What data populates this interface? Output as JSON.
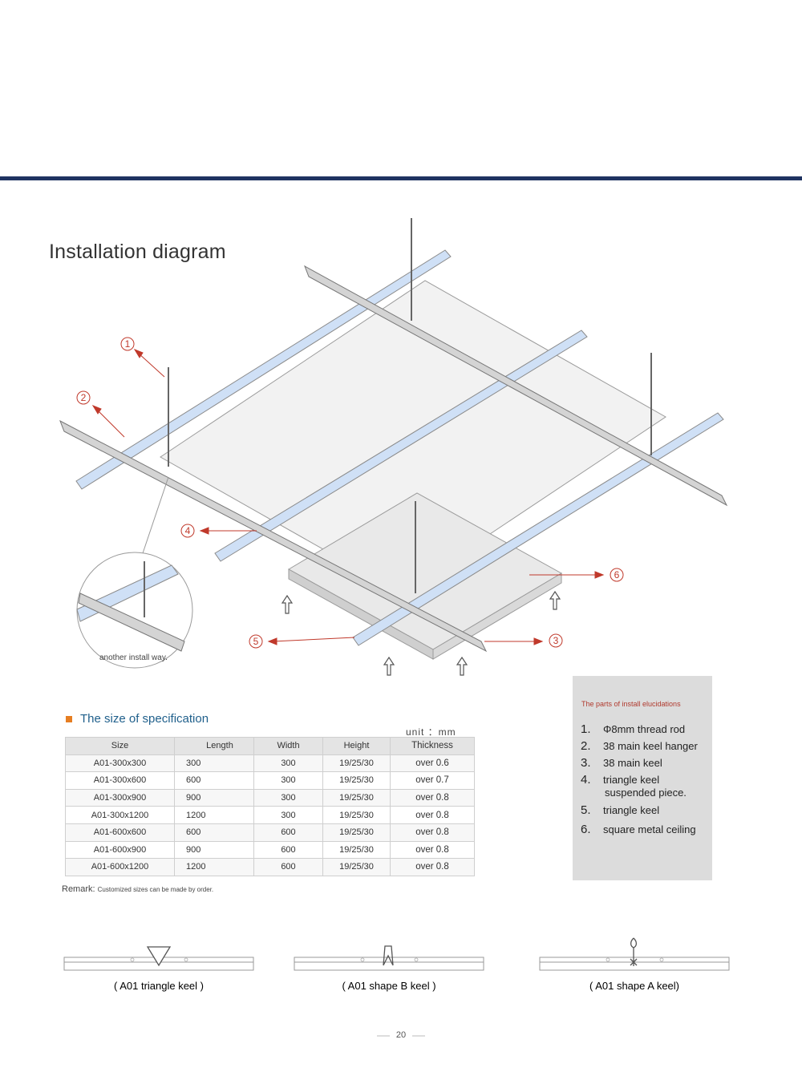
{
  "title": "Installation diagram",
  "callouts": [
    "1",
    "2",
    "3",
    "4",
    "5",
    "6"
  ],
  "inset_caption": "another install way.",
  "spec": {
    "heading": "The size of specification",
    "unit": "unit ：mm",
    "columns": [
      "Size",
      "Length",
      "Width",
      "Height",
      "Thickness"
    ],
    "rows": [
      [
        "A01-300x300",
        "300",
        "300",
        "19/25/30",
        "over 0.6"
      ],
      [
        "A01-300x600",
        "600",
        "300",
        "19/25/30",
        "over 0.7"
      ],
      [
        "A01-300x900",
        "900",
        "300",
        "19/25/30",
        "over 0.8"
      ],
      [
        "A01-300x1200",
        "1200",
        "300",
        "19/25/30",
        "over 0.8"
      ],
      [
        "A01-600x600",
        "600",
        "600",
        "19/25/30",
        "over 0.8"
      ],
      [
        "A01-600x900",
        "900",
        "600",
        "19/25/30",
        "over 0.8"
      ],
      [
        "A01-600x1200",
        "1200",
        "600",
        "19/25/30",
        "over 0.8"
      ]
    ],
    "remark_label": "Remark:",
    "remark_text": "Customized sizes can be made by order."
  },
  "parts": {
    "title": "The parts of install elucidations",
    "items": [
      {
        "num": "1.",
        "text": "Φ8mm thread rod",
        "text2": ""
      },
      {
        "num": "2.",
        "text": "38 main keel hanger",
        "text2": ""
      },
      {
        "num": "3.",
        "text": "38 main keel",
        "text2": ""
      },
      {
        "num": "4.",
        "text": "triangle keel",
        "text2": "suspended piece."
      },
      {
        "num": "5.",
        "text": "triangle keel",
        "text2": ""
      },
      {
        "num": "6.",
        "text": "square metal ceiling",
        "text2": ""
      }
    ]
  },
  "keels": [
    {
      "label": "( A01 triangle keel )"
    },
    {
      "label": "( A01 shape B keel )"
    },
    {
      "label": "( A01 shape A keel)"
    }
  ],
  "page_number": "20",
  "colors": {
    "bar": "#1f3361",
    "callout": "#c0392b",
    "accent": "#e67e22",
    "heading": "#1f5f8b",
    "keel_blue": "#cfe0f6"
  }
}
